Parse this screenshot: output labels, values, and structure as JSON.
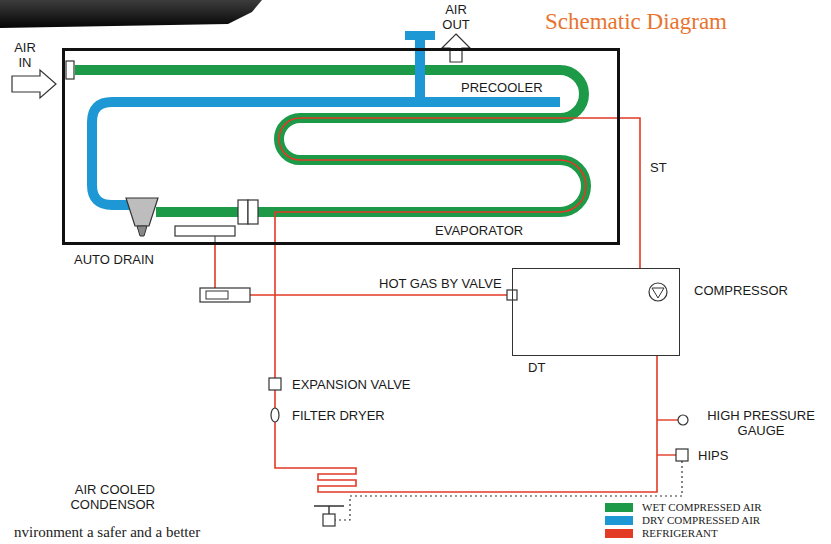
{
  "diagram": {
    "title": "Schematic Diagram",
    "nodes": [
      {
        "text": [
          "PRECOOLER",
          "EVAPORATOR"
        ]
      },
      {
        "text": [
          "COMPRESSOR"
        ]
      }
    ],
    "edges": [
      {
        "from": 1,
        "to": 0,
        "arrow": "none",
        "label": "ST"
      },
      {
        "from": 1,
        "to": 0,
        "arrow": "none",
        "label": "HOT GAS BY VALVE"
      },
      {
        "from": 1,
        "to": 0,
        "arrow": "none"
      }
    ],
    "labels": [
      "AIR OUT",
      "AIR IN",
      "AUTO DRAIN",
      "DT",
      "EXPANSION VALVE",
      "FILTER DRYER",
      "HIGH PRESSURE GAUGE",
      "HIPS",
      "AIR COOLED CONDENSOR",
      "nvironment a safer and a better"
    ],
    "legend": [
      {
        "text": "WET COMPRESSED AIR",
        "color": "#1c9a48"
      },
      {
        "text": "DRY COMPRESSED AIR",
        "color": "#1e98d4"
      },
      {
        "text": "REFRIGERANT",
        "color": "#e23a24"
      }
    ]
  }
}
